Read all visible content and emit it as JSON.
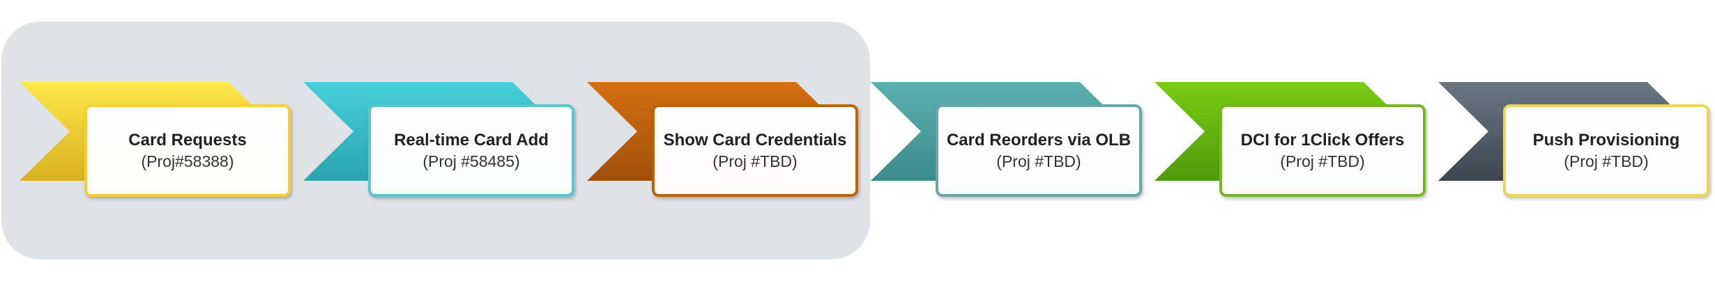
{
  "steps": [
    {
      "title": "Card Requests",
      "subtitle": "(Proj#58388)",
      "color_top": "#ffe84a",
      "color_bottom": "#d9b021",
      "border": "#f2d13b",
      "card_tint": "#fffbe6"
    },
    {
      "title": "Real-time Card Add",
      "subtitle": "(Proj #58485)",
      "color_top": "#46d0da",
      "color_bottom": "#2aa3af",
      "border": "#5ec4cc",
      "card_tint": "#eafafb"
    },
    {
      "title": "Show Card Credentials",
      "subtitle": "(Proj #TBD)",
      "color_top": "#d56f12",
      "color_bottom": "#a0500a",
      "border": "#b8640f",
      "card_tint": "#fdf0e4"
    },
    {
      "title": "Card Reorders via OLB",
      "subtitle": "(Proj #TBD)",
      "color_top": "#5cb0b0",
      "color_bottom": "#3c8b8c",
      "border": "#6aa6a6",
      "card_tint": "#eef6f6"
    },
    {
      "title": "DCI for 1Click Offers",
      "subtitle": "(Proj #TBD)",
      "color_top": "#7acc14",
      "color_bottom": "#4f9a0b",
      "border": "#76b52a",
      "card_tint": "#f1f9e8"
    },
    {
      "title": "Push Provisioning",
      "subtitle": "(Proj #TBD)",
      "color_top": "#6a7783",
      "color_bottom": "#3d4650",
      "border": "#f0d35a",
      "card_tint": "#f6f7f8"
    }
  ]
}
